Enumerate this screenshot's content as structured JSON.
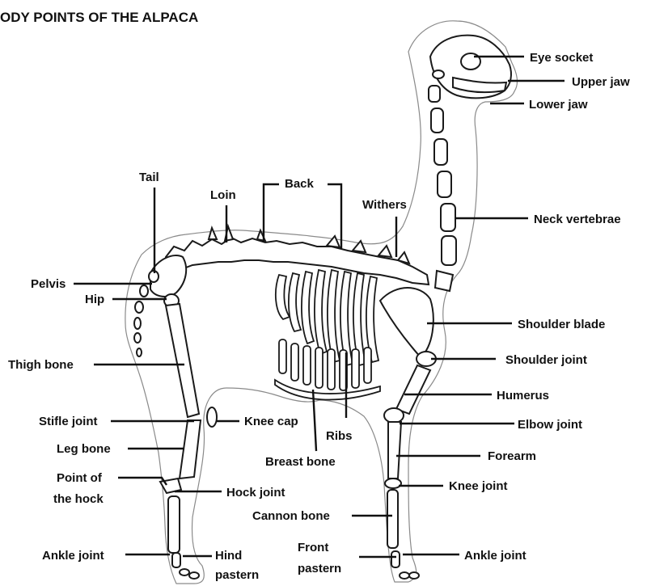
{
  "title": "ODY POINTS OF THE ALPACA",
  "labels": {
    "eye_socket": "Eye socket",
    "upper_jaw": "Upper jaw",
    "lower_jaw": "Lower jaw",
    "neck_vertebrae": "Neck vertebrae",
    "withers": "Withers",
    "back": "Back",
    "loin": "Loin",
    "tail": "Tail",
    "pelvis": "Pelvis",
    "hip": "Hip",
    "thigh_bone": "Thigh bone",
    "stifle_joint": "Stifle joint",
    "knee_cap": "Knee cap",
    "leg_bone": "Leg bone",
    "point_of_hock_1": "Point of",
    "point_of_hock_2": "the hock",
    "hock_joint": "Hock joint",
    "ankle_joint_hind": "Ankle joint",
    "hind_pastern_1": "Hind",
    "hind_pastern_2": "pastern",
    "shoulder_blade": "Shoulder blade",
    "shoulder_joint": "Shoulder joint",
    "humerus": "Humerus",
    "elbow_joint": "Elbow joint",
    "ribs": "Ribs",
    "breast_bone": "Breast bone",
    "forearm": "Forearm",
    "knee_joint": "Knee joint",
    "cannon_bone": "Cannon bone",
    "front_pastern_1": "Front",
    "front_pastern_2": "pastern",
    "ankle_joint_front": "Ankle joint"
  }
}
